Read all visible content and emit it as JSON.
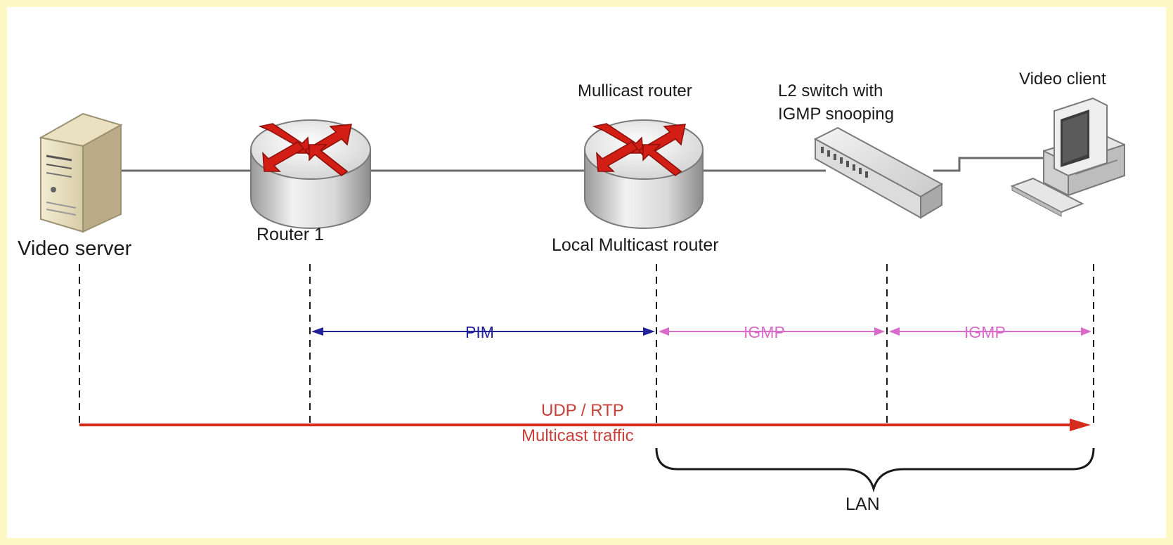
{
  "colors": {
    "pim": "#22219a",
    "igmp": "#d96bc8",
    "traffic": "#d42d1e",
    "traffic_text": "#c8403a",
    "router_arrow": "#d21e14",
    "line": "#6a6a6a",
    "text": "#1a1a1a"
  },
  "devices": {
    "video_server": {
      "label": "Video server",
      "icon": "server-icon"
    },
    "router1": {
      "label": "Router 1",
      "icon": "router-icon"
    },
    "local_router": {
      "label_top": "Mullicast router",
      "label_bottom": "Local Multicast router",
      "icon": "router-icon"
    },
    "switch": {
      "label_line1": "L2 switch with",
      "label_line2": "IGMP snooping",
      "icon": "switch-icon"
    },
    "video_client": {
      "label": "Video client",
      "icon": "desktop-computer-icon"
    }
  },
  "protocols": {
    "pim": "PIM",
    "igmp_1": "IGMP",
    "igmp_2": "IGMP"
  },
  "traffic": {
    "line1": "UDP / RTP",
    "line2": "Multicast traffic"
  },
  "lan": {
    "label": "LAN"
  }
}
